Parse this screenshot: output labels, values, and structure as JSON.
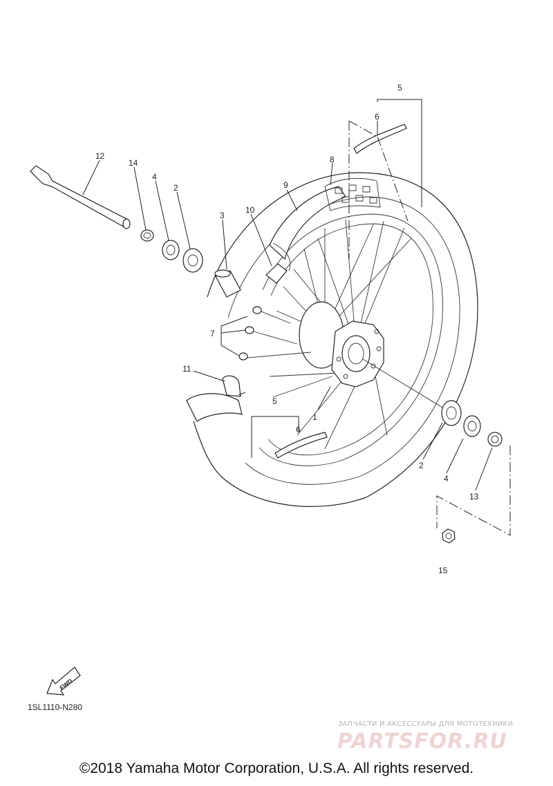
{
  "diagram": {
    "callouts": {
      "c1": "1",
      "c2a": "2",
      "c2b": "2",
      "c3": "3",
      "c4a": "4",
      "c4b": "4",
      "c5a": "5",
      "c5b": "5",
      "c6a": "6",
      "c6b": "6",
      "c7": "7",
      "c8": "8",
      "c9": "9",
      "c10": "10",
      "c11": "11",
      "c12": "12",
      "c13": "13",
      "c14": "14",
      "c15": "15"
    },
    "fwd_label": "FWD",
    "drawing_code": "1SL1110-N280"
  },
  "watermark": {
    "tagline": "ЗАПЧАСТИ И АКСЕССУАРЫ ДЛЯ МОТОТЕХНИКИ",
    "logo": "PARTSFOR.RU"
  },
  "footer": {
    "copyright": "©2018 Yamaha Motor Corporation, U.S.A. All rights reserved."
  }
}
